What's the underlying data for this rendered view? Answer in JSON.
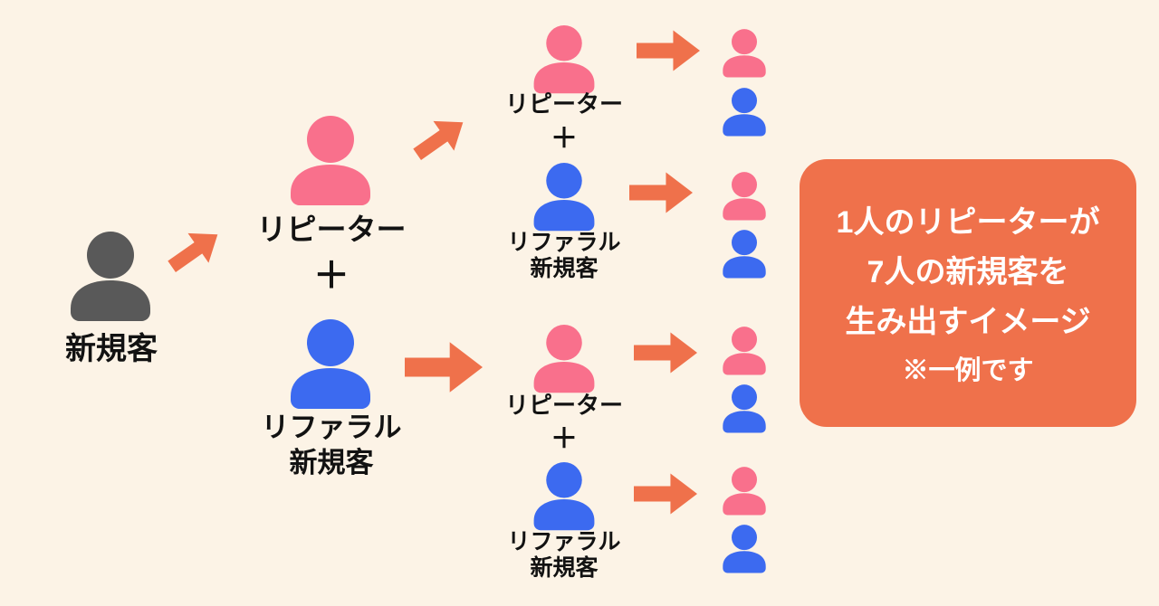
{
  "colors": {
    "background": "#FCF3E6",
    "pink": "#F9708C",
    "blue": "#3C6AF0",
    "orange": "#EF714B",
    "gray": "#595959",
    "text": "#121212",
    "callout_text": "#FFFFFF"
  },
  "icons": {
    "person": "person-icon",
    "arrow": "block-arrow-right-icon"
  },
  "source": {
    "label": "新規客"
  },
  "gen1": {
    "repeater_label": "リピーター",
    "plus": "＋",
    "referral_label_line1": "リファラル",
    "referral_label_line2": "新規客"
  },
  "gen2_top": {
    "repeater_label": "リピーター",
    "plus": "＋",
    "referral_label_line1": "リファラル",
    "referral_label_line2": "新規客"
  },
  "gen2_bottom": {
    "repeater_label": "リピーター",
    "plus": "＋",
    "referral_label_line1": "リファラル",
    "referral_label_line2": "新規客"
  },
  "callout": {
    "line1": "1人のリピーターが",
    "line2": "7人の新規客を",
    "line3": "生み出すイメージ",
    "note": "※一例です"
  }
}
